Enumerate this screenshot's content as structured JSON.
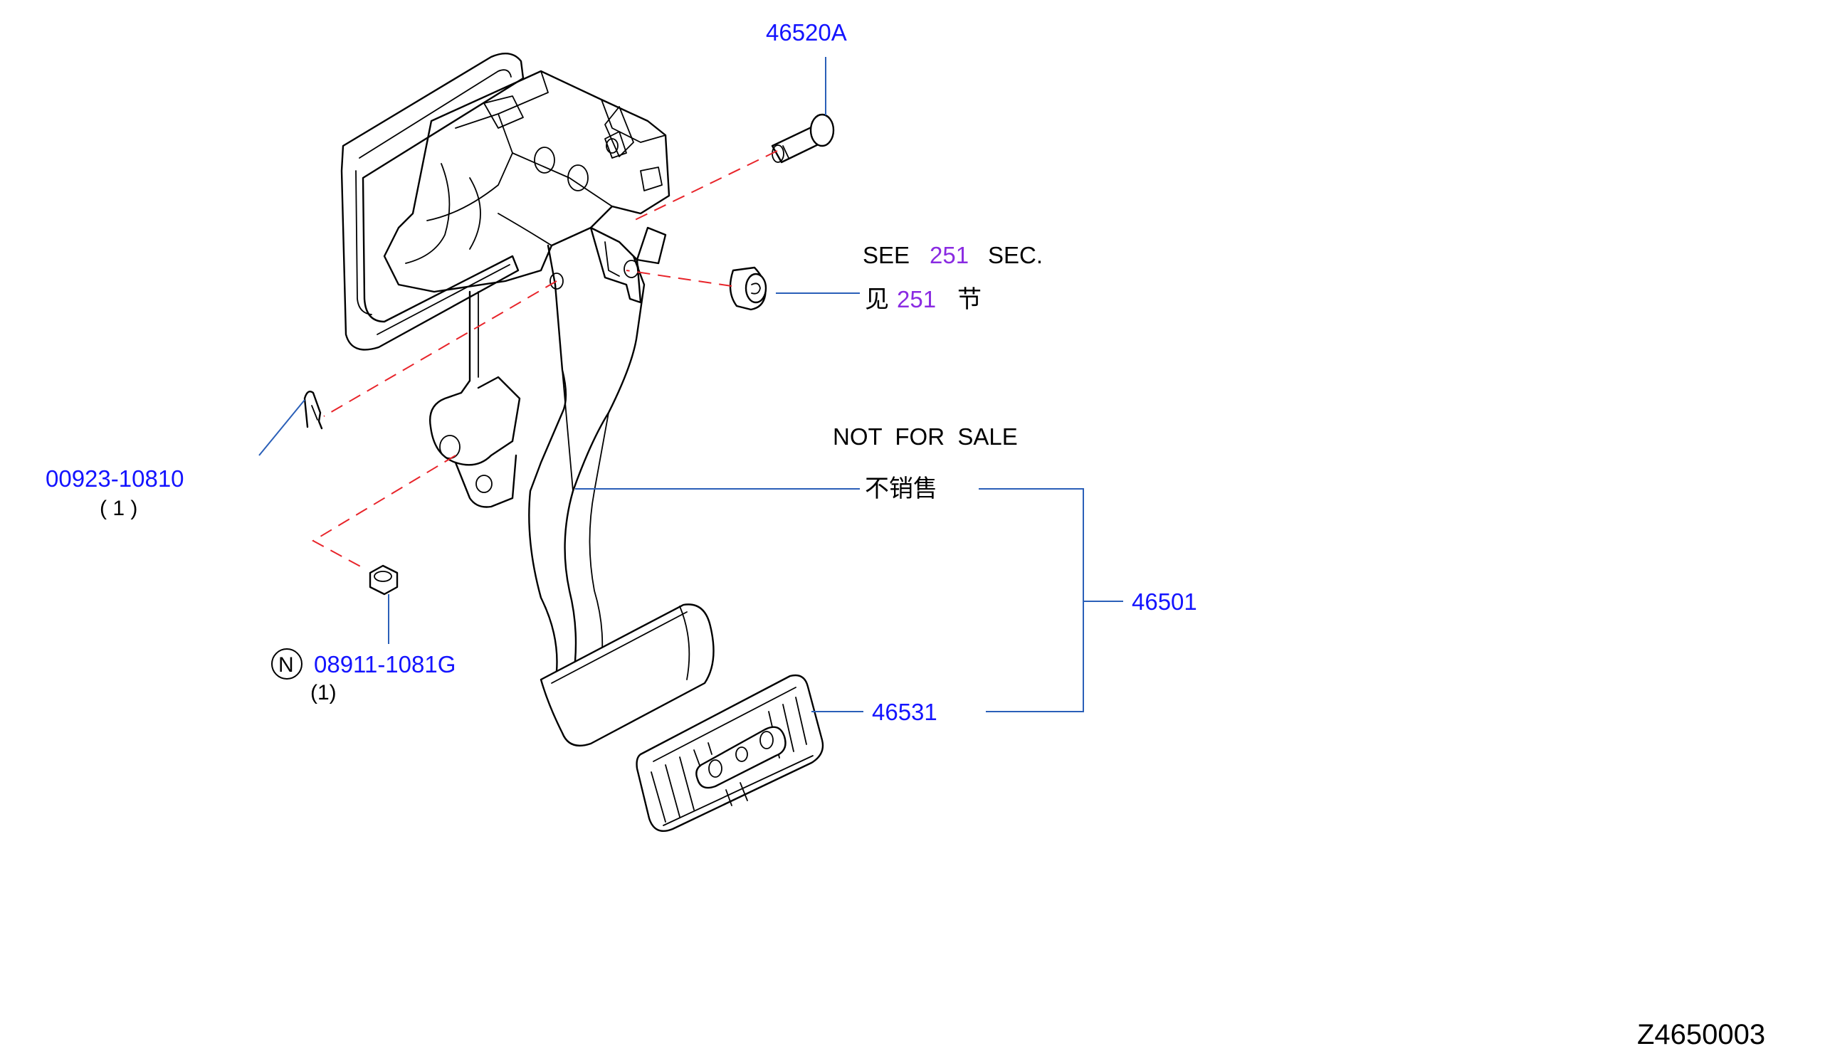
{
  "diagram_code": "Z4650003",
  "parts": {
    "pin_46520A": {
      "number": "46520A"
    },
    "clip": {
      "number": "00923-10810",
      "qty": "( 1 )"
    },
    "nut": {
      "badge": "N",
      "number": "08911-1081G",
      "qty": "(1)"
    },
    "pedal_assy": {
      "number": "46501"
    },
    "pedal_pad": {
      "number": "46531"
    }
  },
  "notes": {
    "see_sec": {
      "prefix": "SEE",
      "section": "251",
      "suffix": "SEC."
    },
    "see_sec_cn": {
      "prefix": "见",
      "section": "251",
      "suffix": "节"
    },
    "not_for_sale": "NOT  FOR  SALE",
    "not_for_sale_cn": "不销售"
  },
  "colors": {
    "part_number": "#1414ff",
    "section_ref": "#8a2be2",
    "dashed_guide": "#e8242a",
    "leader": "#2a5fb8"
  }
}
